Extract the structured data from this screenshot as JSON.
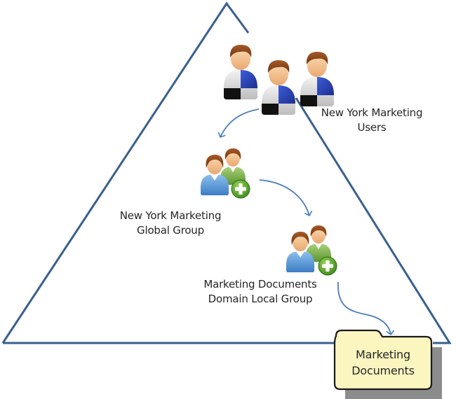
{
  "diagram": {
    "title": "AGDLP group nesting diagram",
    "container_shape": "triangle",
    "colors": {
      "triangle_stroke": "#3a5f8f",
      "arrow_stroke": "#4a7cc0",
      "folder_fill": "#fbf6c0",
      "folder_stroke": "#1a1a1a",
      "folder_shadow": "#8c8c8c",
      "user_shirt_blue": "#2846b8",
      "user_skin": "#f5c898",
      "user_hair": "#8a4a1e",
      "group_blue": "#5b9ad8",
      "group_green": "#7cb24a",
      "plus_green": "#5aa82a",
      "text": "#262626"
    },
    "nodes": [
      {
        "id": "users",
        "icon": "users-icon",
        "label_lines": [
          "New York Marketing",
          "Users"
        ]
      },
      {
        "id": "global-group",
        "icon": "group-add-icon",
        "label_lines": [
          "New York Marketing",
          "Global Group"
        ]
      },
      {
        "id": "domain-local-group",
        "icon": "group-add-icon",
        "label_lines": [
          "Marketing Documents",
          "Domain Local Group"
        ]
      },
      {
        "id": "resource",
        "icon": "folder-icon",
        "label_lines": [
          "Marketing",
          "Documents"
        ]
      }
    ],
    "edges": [
      {
        "from": "users",
        "to": "global-group"
      },
      {
        "from": "global-group",
        "to": "domain-local-group"
      },
      {
        "from": "domain-local-group",
        "to": "resource"
      }
    ]
  }
}
